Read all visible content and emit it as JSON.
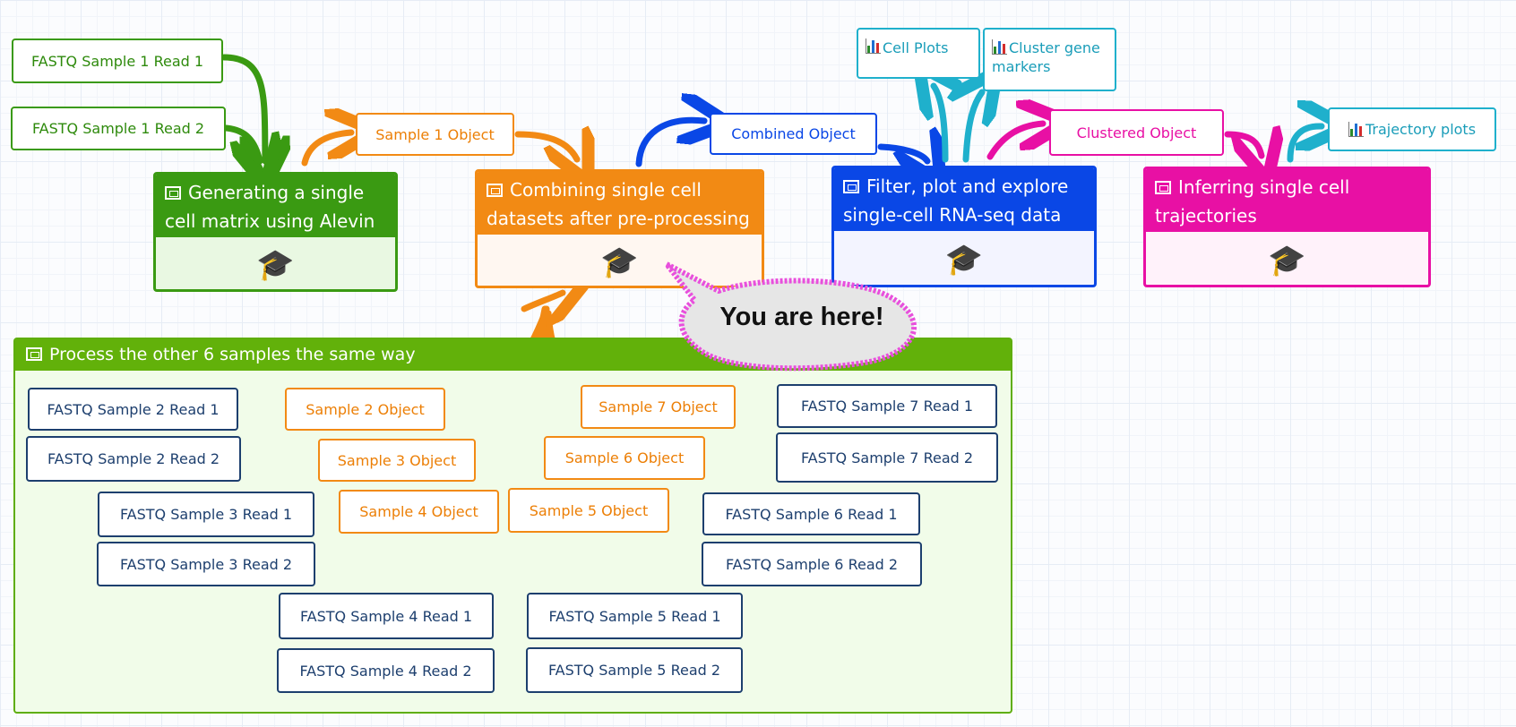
{
  "colors": {
    "green": "#3a9a12",
    "orange": "#f28a14",
    "navy": "#1d3f6e",
    "blue": "#0a47e6",
    "cyan": "#1fb0cc",
    "pink": "#e810a4"
  },
  "icons": {
    "tutorial": "graduation-cap-icon",
    "frame": "frame-icon",
    "plot": "bar-chart-icon"
  },
  "top": {
    "fastq_s1_r1": "FASTQ Sample 1 Read 1",
    "fastq_s1_r2": "FASTQ Sample 1 Read 2",
    "sample1_object": "Sample 1 Object",
    "combined_object": "Combined Object",
    "cell_plots": "Cell Plots",
    "cluster_markers": "Cluster gene markers",
    "clustered_object": "Clustered Object",
    "trajectory_plots": "Trajectory plots"
  },
  "tutorials": [
    {
      "title": "Generating a single cell matrix using Alevin",
      "icon": "🎓"
    },
    {
      "title": "Combining single cell datasets after pre-processing",
      "icon": "🎓"
    },
    {
      "title": "Filter, plot and explore single-cell RNA-seq data",
      "icon": "🎓"
    },
    {
      "title": "Inferring single cell trajectories",
      "icon": "🎓"
    }
  ],
  "callout": "You are here!",
  "group": {
    "title": "Process the other 6 samples the same way",
    "objects": [
      "Sample 2 Object",
      "Sample 3 Object",
      "Sample 4 Object",
      "Sample 5 Object",
      "Sample 6 Object",
      "Sample 7 Object"
    ],
    "fastq": [
      "FASTQ Sample 2 Read 1",
      "FASTQ Sample 2 Read 2",
      "FASTQ Sample 3 Read 1",
      "FASTQ Sample 3 Read 2",
      "FASTQ Sample 4 Read 1",
      "FASTQ Sample 4 Read 2",
      "FASTQ Sample 5 Read 1",
      "FASTQ Sample 5 Read 2",
      "FASTQ Sample 6 Read 1",
      "FASTQ Sample 6 Read 2",
      "FASTQ Sample 7 Read 1",
      "FASTQ Sample 7 Read 2"
    ]
  }
}
